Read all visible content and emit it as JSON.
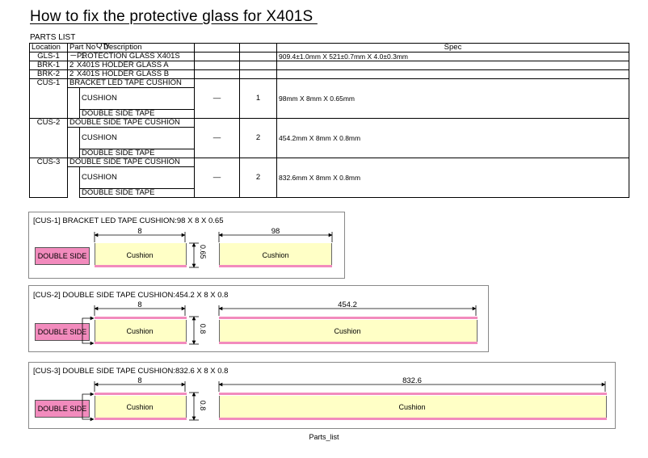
{
  "title": "How to fix the protective glass for X401S ",
  "parts_list_label": "PARTS LIST",
  "table": {
    "headers": {
      "location": "Location",
      "part_no": "Part No",
      "qty": "Q'ty",
      "description": "Description",
      "spec": "Spec"
    },
    "rows": [
      {
        "location": "GLS-1",
        "part_no": "－",
        "qty": "1",
        "description": "PROTECTION GLASS X401S",
        "spec": "909.4±1.0mm X 521±0.7mm X 4.0±0.3mm"
      },
      {
        "location": "BRK-1",
        "part_no": "2",
        "description": "X401S HOLDER GLASS A"
      },
      {
        "location": "BRK-2",
        "part_no": "2",
        "description": "X401S HOLDER GLASS B"
      }
    ],
    "groups": [
      {
        "location": "CUS-1",
        "description": "BRACKET LED TAPE CUSHION",
        "sub1": "CUSHION",
        "sub2": "DOUBLE SIDE TAPE",
        "part_no": "—",
        "qty": "1",
        "spec": "98mm X 8mm X 0.65mm"
      },
      {
        "location": "CUS-2",
        "description": "DOUBLE SIDE TAPE CUSHION",
        "sub1": "CUSHION",
        "sub2": "DOUBLE SIDE TAPE",
        "part_no": "—",
        "qty": "2",
        "spec": "454.2mm X 8mm X 0.8mm"
      },
      {
        "location": "CUS-3",
        "description": "DOUBLE SIDE TAPE CUSHION",
        "sub1": "CUSHION",
        "sub2": "DOUBLE SIDE TAPE",
        "part_no": "—",
        "qty": "2",
        "spec": "832.6mm X 8mm X 0.8mm"
      }
    ]
  },
  "diagrams": [
    {
      "title": "[CUS-1] BRACKET LED TAPE CUSHION:98 X 8 X 0.65",
      "width_label": "8",
      "length_label": "98",
      "thickness_label": "0.65",
      "tape_label": "DOUBLE SIDE",
      "cushion_label": "Cushion"
    },
    {
      "title": "[CUS-2] DOUBLE SIDE TAPE CUSHION:454.2 X 8 X 0.8",
      "width_label": "8",
      "length_label": "454.2",
      "thickness_label": "0.8",
      "tape_label": "DOUBLE SIDE",
      "cushion_label": "Cushion"
    },
    {
      "title": "[CUS-3] DOUBLE SIDE TAPE CUSHION:832.6 X 8 X 0.8",
      "width_label": "8",
      "length_label": "832.6",
      "thickness_label": "0.8",
      "tape_label": "DOUBLE SIDE",
      "cushion_label": "Cushion"
    }
  ],
  "footer": "Parts_list"
}
